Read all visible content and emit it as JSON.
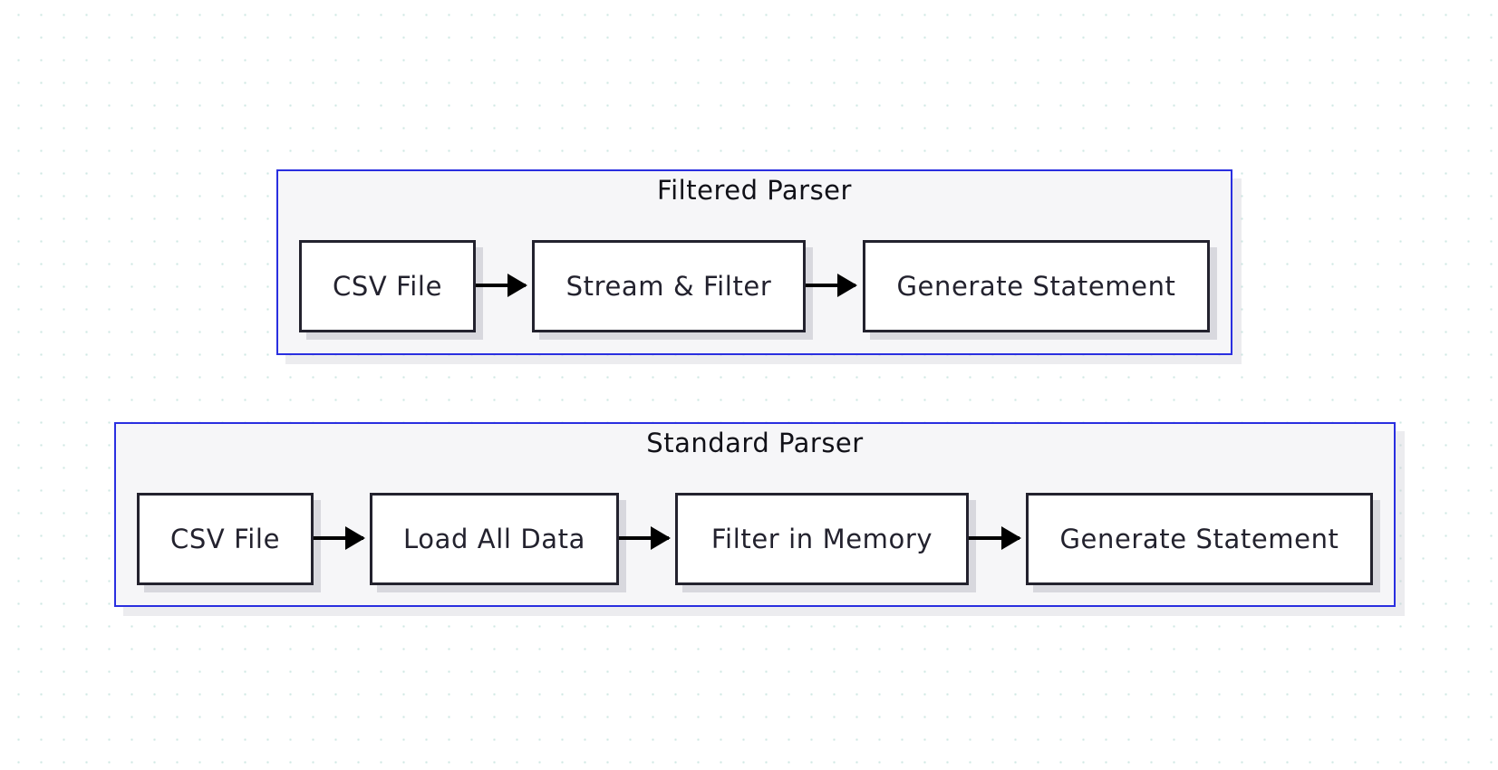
{
  "diagram": {
    "groups": [
      {
        "id": "filtered",
        "title": "Filtered Parser",
        "nodes": [
          "CSV File",
          "Stream & Filter",
          "Generate Statement"
        ]
      },
      {
        "id": "standard",
        "title": "Standard Parser",
        "nodes": [
          "CSV File",
          "Load All Data",
          "Filter in Memory",
          "Generate Statement"
        ]
      }
    ]
  },
  "colors": {
    "group_border": "#2a2fe0",
    "group_fill": "#f6f6f8",
    "node_border": "#23222e",
    "arrow": "#000000",
    "grid": "#cfe8e3"
  }
}
